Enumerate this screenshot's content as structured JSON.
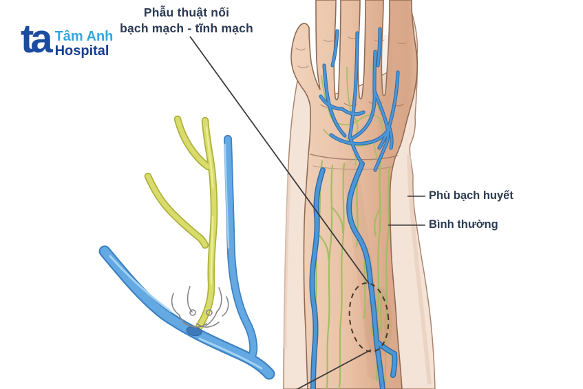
{
  "logo": {
    "monogram": "ta",
    "brand": "Tâm Anh",
    "subtitle": "Hospital"
  },
  "title": {
    "line1": "Phẫu thuật nối",
    "line2": "bạch mạch - tĩnh mạch"
  },
  "labels": {
    "lymphedema": "Phù bạch huyết",
    "normal": "Bình thường"
  },
  "colors": {
    "logo_blue": "#1B4C9F",
    "logo_light_blue": "#35A5DF",
    "text_navy": "#2B3A52",
    "vein_blue": "#4E97D6",
    "vein_dark_blue": "#2E6CA8",
    "lymph_green": "#9FBD5F",
    "lymph_yellow": "#D9DC6A",
    "skin": "#E9C2A6",
    "swollen_fill": "#F4E3D7",
    "swollen_outline": "#A9846C",
    "dashed_circle": "#463628",
    "leader_line": "#3A3A3A",
    "background": "#FFFFFF"
  }
}
